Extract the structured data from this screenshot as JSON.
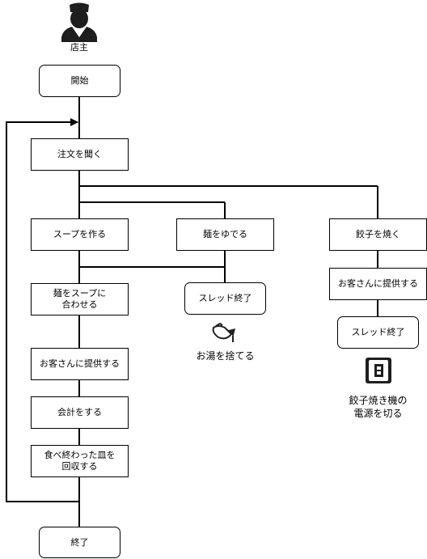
{
  "actor": {
    "label": "店主",
    "icon": "chef-person-icon"
  },
  "nodes": {
    "start": "開始",
    "take_order": "注文を聞く",
    "make_soup": "スープを作る",
    "boil_noodles": "麺をゆでる",
    "grill_gyoza": "餃子を焼く",
    "combine": "麺をスープに\n合わせる",
    "serve_left": "お客さんに提供する",
    "checkout": "会計をする",
    "collect_plates": "食べ終わった皿を\n回収する",
    "end": "終了",
    "thread_end_mid": "スレッド終了",
    "serve_right": "お客さんに提供する",
    "thread_end_right": "スレッド終了"
  },
  "notes": {
    "discard_water": "お湯を捨てる",
    "discard_water_icon": "kettle-pour-icon",
    "power_off": "餃子焼き機の\n電源を切る",
    "power_off_icon": "power-switch-icon"
  }
}
